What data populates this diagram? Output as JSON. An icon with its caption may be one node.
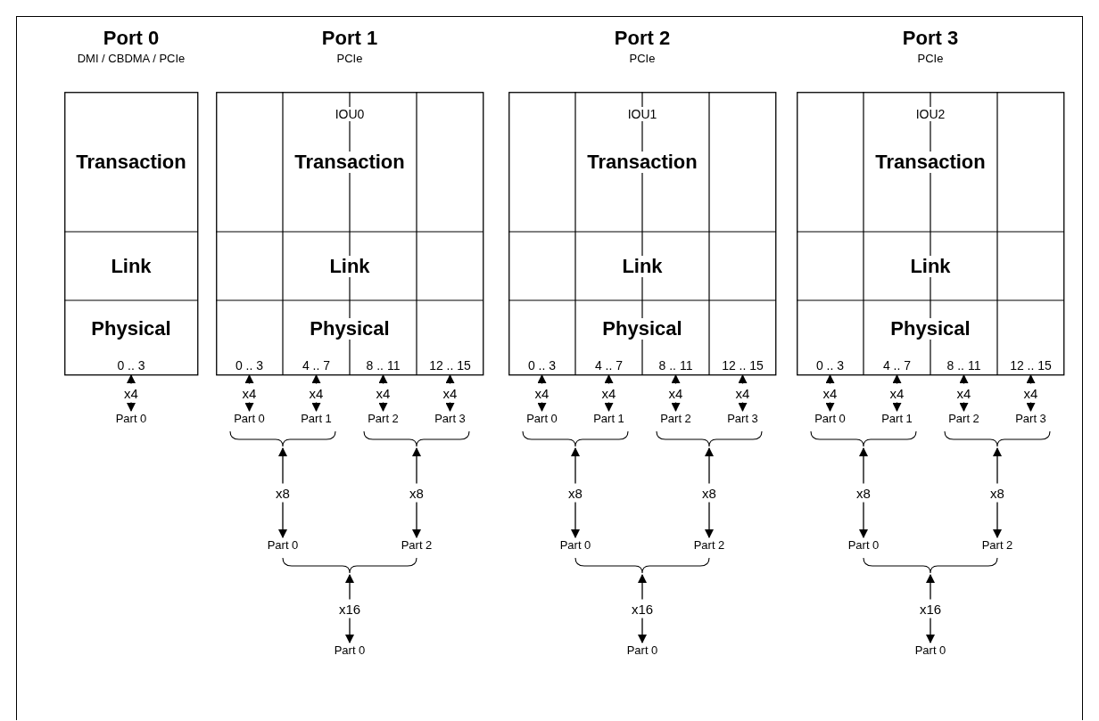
{
  "diagram": {
    "nodes": [
      {
        "text": [
          "Port 0",
          "DMI / CBDMA / PCIe",
          "Transaction",
          "Link",
          "Physical"
        ]
      },
      {
        "text": [
          "0 .. 3"
        ],
        "in": 0
      },
      {
        "text": [
          "Part 0"
        ]
      },
      {
        "text": [
          "Port 1",
          "PCIe",
          "IOU0",
          "Transaction",
          "Link",
          "Physical"
        ]
      },
      {
        "text": [
          "0 .. 3"
        ],
        "in": 3
      },
      {
        "text": [
          "4 .. 7"
        ],
        "in": 3
      },
      {
        "text": [
          "8 .. 11"
        ],
        "in": 3
      },
      {
        "text": [
          "12 .. 15"
        ],
        "in": 3
      },
      {
        "text": [
          "Part 0"
        ]
      },
      {
        "text": [
          "Part 1"
        ]
      },
      {
        "text": [
          "Part 2"
        ]
      },
      {
        "text": [
          "Part 3"
        ]
      },
      {
        "text": [],
        "shape": "brace"
      },
      {
        "text": [],
        "shape": "brace"
      },
      {
        "text": [
          "Part 0"
        ]
      },
      {
        "text": [
          "Part 2"
        ]
      },
      {
        "text": [],
        "shape": "brace"
      },
      {
        "text": [
          "Part 0"
        ]
      },
      {
        "text": [
          "Port 2",
          "PCIe",
          "IOU1",
          "Transaction",
          "Link",
          "Physical"
        ]
      },
      {
        "text": [
          "0 .. 3"
        ],
        "in": 18
      },
      {
        "text": [
          "4 .. 7"
        ],
        "in": 18
      },
      {
        "text": [
          "8 .. 11"
        ],
        "in": 18
      },
      {
        "text": [
          "12 .. 15"
        ],
        "in": 18
      },
      {
        "text": [
          "Part 0"
        ]
      },
      {
        "text": [
          "Part 1"
        ]
      },
      {
        "text": [
          "Part 2"
        ]
      },
      {
        "text": [
          "Part 3"
        ]
      },
      {
        "text": [],
        "shape": "brace"
      },
      {
        "text": [],
        "shape": "brace"
      },
      {
        "text": [
          "Part 0"
        ]
      },
      {
        "text": [
          "Part 2"
        ]
      },
      {
        "text": [],
        "shape": "brace"
      },
      {
        "text": [
          "Part 0"
        ]
      },
      {
        "text": [
          "Port 3",
          "PCIe",
          "IOU2",
          "Transaction",
          "Link",
          "Physical"
        ]
      },
      {
        "text": [
          "0 .. 3"
        ],
        "in": 33
      },
      {
        "text": [
          "4 .. 7"
        ],
        "in": 33
      },
      {
        "text": [
          "8 .. 11"
        ],
        "in": 33
      },
      {
        "text": [
          "12 .. 15"
        ],
        "in": 33
      },
      {
        "text": [
          "Part 0"
        ]
      },
      {
        "text": [
          "Part 1"
        ]
      },
      {
        "text": [
          "Part 2"
        ]
      },
      {
        "text": [
          "Part 3"
        ]
      },
      {
        "text": [],
        "shape": "brace"
      },
      {
        "text": [],
        "shape": "brace"
      },
      {
        "text": [
          "Part 0"
        ]
      },
      {
        "text": [
          "Part 2"
        ]
      },
      {
        "text": [],
        "shape": "brace"
      },
      {
        "text": [
          "Part 0"
        ]
      }
    ],
    "edges": [
      {
        "from": 1,
        "to": 2,
        "arrow": "both",
        "label": "x4"
      },
      {
        "from": 4,
        "to": 8,
        "arrow": "both",
        "label": "x4"
      },
      {
        "from": 5,
        "to": 9,
        "arrow": "both",
        "label": "x4"
      },
      {
        "from": 6,
        "to": 10,
        "arrow": "both",
        "label": "x4"
      },
      {
        "from": 7,
        "to": 11,
        "arrow": "both",
        "label": "x4"
      },
      {
        "from": 12,
        "to": 14,
        "arrow": "both",
        "label": "x8"
      },
      {
        "from": 13,
        "to": 15,
        "arrow": "both",
        "label": "x8"
      },
      {
        "from": 16,
        "to": 17,
        "arrow": "both",
        "label": "x16"
      },
      {
        "from": 19,
        "to": 23,
        "arrow": "both",
        "label": "x4"
      },
      {
        "from": 20,
        "to": 24,
        "arrow": "both",
        "label": "x4"
      },
      {
        "from": 21,
        "to": 25,
        "arrow": "both",
        "label": "x4"
      },
      {
        "from": 22,
        "to": 26,
        "arrow": "both",
        "label": "x4"
      },
      {
        "from": 27,
        "to": 29,
        "arrow": "both",
        "label": "x8"
      },
      {
        "from": 28,
        "to": 30,
        "arrow": "both",
        "label": "x8"
      },
      {
        "from": 31,
        "to": 32,
        "arrow": "both",
        "label": "x16"
      },
      {
        "from": 34,
        "to": 38,
        "arrow": "both",
        "label": "x4"
      },
      {
        "from": 35,
        "to": 39,
        "arrow": "both",
        "label": "x4"
      },
      {
        "from": 36,
        "to": 40,
        "arrow": "both",
        "label": "x4"
      },
      {
        "from": 37,
        "to": 41,
        "arrow": "both",
        "label": "x4"
      },
      {
        "from": 42,
        "to": 44,
        "arrow": "both",
        "label": "x8"
      },
      {
        "from": 43,
        "to": 45,
        "arrow": "both",
        "label": "x8"
      },
      {
        "from": 46,
        "to": 47,
        "arrow": "both",
        "label": "x16"
      }
    ]
  }
}
